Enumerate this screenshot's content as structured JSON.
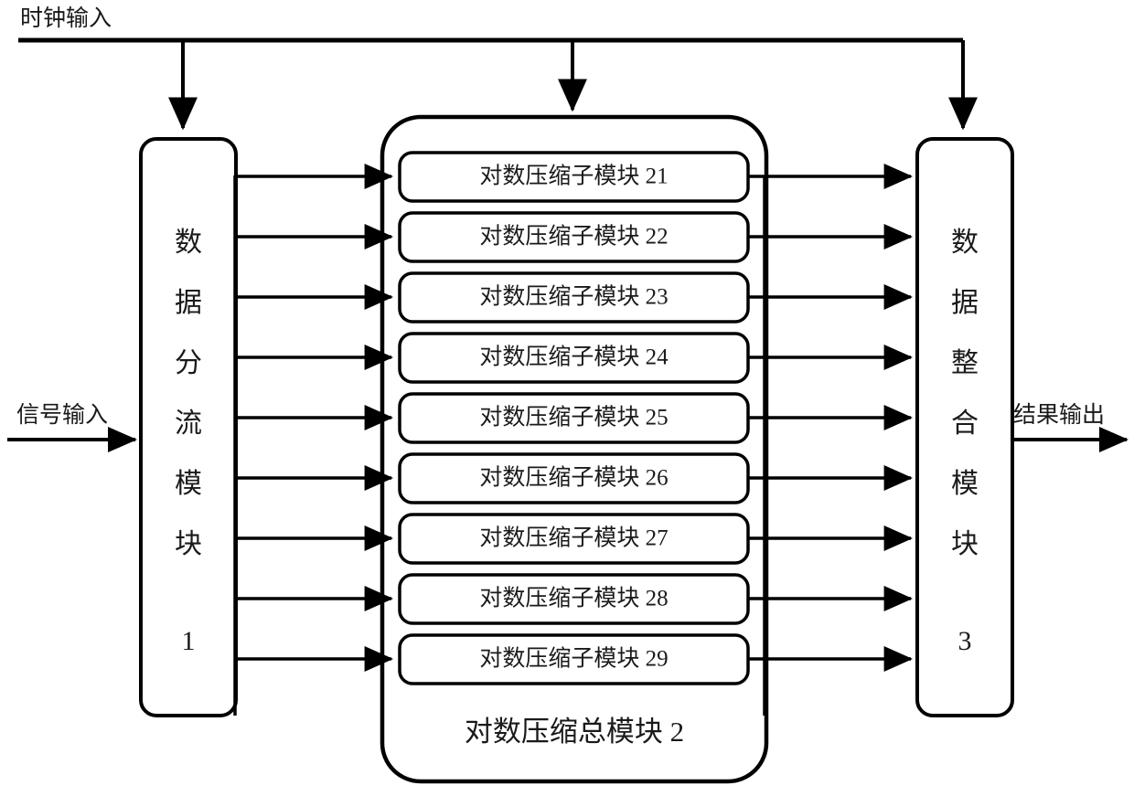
{
  "diagram": {
    "title_visible": false,
    "clock_input_label": "时钟输入",
    "signal_input_label": "信号输入",
    "result_output_label": "结果输出",
    "left_module": {
      "name_chars": [
        "数",
        "据",
        "分",
        "流",
        "模",
        "块"
      ],
      "number": "1"
    },
    "right_module": {
      "name_chars": [
        "数",
        "据",
        "整",
        "合",
        "模",
        "块"
      ],
      "number": "3"
    },
    "container": {
      "label": "对数压缩总模块 2"
    },
    "submodules": [
      {
        "label": "对数压缩子模块 21"
      },
      {
        "label": "对数压缩子模块 22"
      },
      {
        "label": "对数压缩子模块 23"
      },
      {
        "label": "对数压缩子模块 24"
      },
      {
        "label": "对数压缩子模块 25"
      },
      {
        "label": "对数压缩子模块 26"
      },
      {
        "label": "对数压缩子模块 27"
      },
      {
        "label": "对数压缩子模块 28"
      },
      {
        "label": "对数压缩子模块 29"
      }
    ],
    "colors": {
      "stroke": "#000000",
      "fill": "#ffffff",
      "text": "#1a1a1a"
    }
  }
}
